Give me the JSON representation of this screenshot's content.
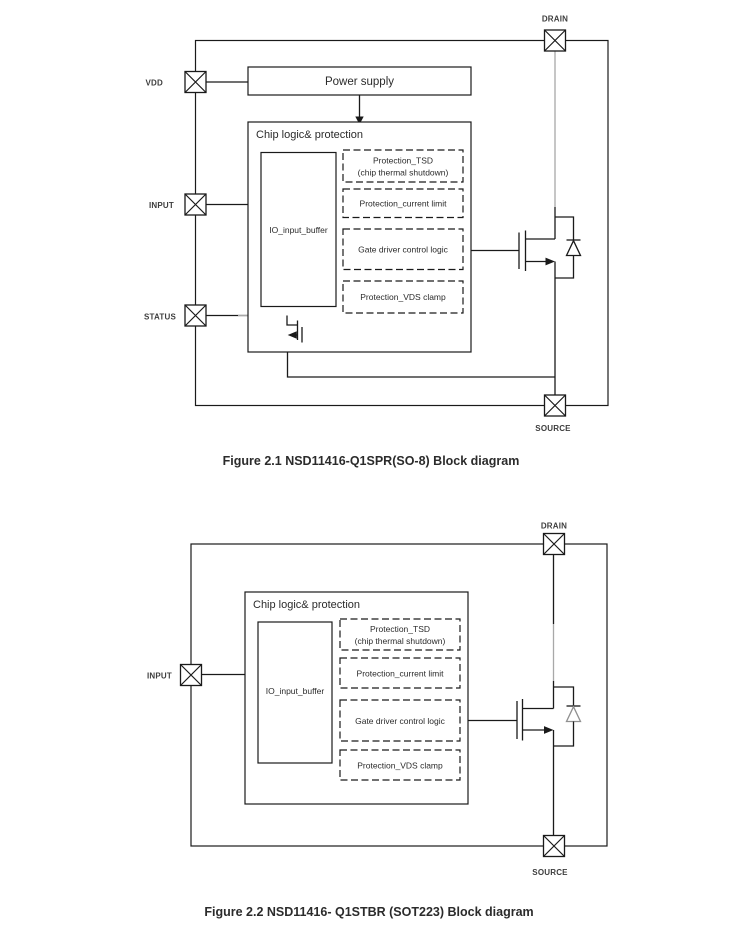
{
  "colors": {
    "background": "#ffffff",
    "line": "#1a1a1a",
    "muted_line": "#a8a8a8",
    "text": "#2b2b2b"
  },
  "figure1": {
    "caption": "Figure 2.1 NSD11416-Q1SPR(SO-8) Block diagram",
    "pins": {
      "vdd": "VDD",
      "input": "INPUT",
      "status": "STATUS",
      "drain": "DRAIN",
      "source": "SOURCE"
    },
    "blocks": {
      "power_supply": "Power supply",
      "chip_logic": "Chip logic& protection",
      "io_input_buffer": "IO_input_buffer",
      "protection_tsd_line1": "Protection_TSD",
      "protection_tsd_line2": "(chip thermal shutdown)",
      "protection_current_limit": "Protection_current limit",
      "gate_driver_control_logic": "Gate driver control logic",
      "protection_vds_clamp": "Protection_VDS clamp"
    }
  },
  "figure2": {
    "caption": "Figure 2.2 NSD11416- Q1STBR (SOT223) Block diagram",
    "pins": {
      "input": "INPUT",
      "drain": "DRAIN",
      "source": "SOURCE"
    },
    "blocks": {
      "chip_logic": "Chip logic& protection",
      "io_input_buffer": "IO_input_buffer",
      "protection_tsd_line1": "Protection_TSD",
      "protection_tsd_line2": "(chip thermal shutdown)",
      "protection_current_limit": "Protection_current limit",
      "gate_driver_control_logic": "Gate driver control logic",
      "protection_vds_clamp": "Protection_VDS clamp"
    }
  }
}
